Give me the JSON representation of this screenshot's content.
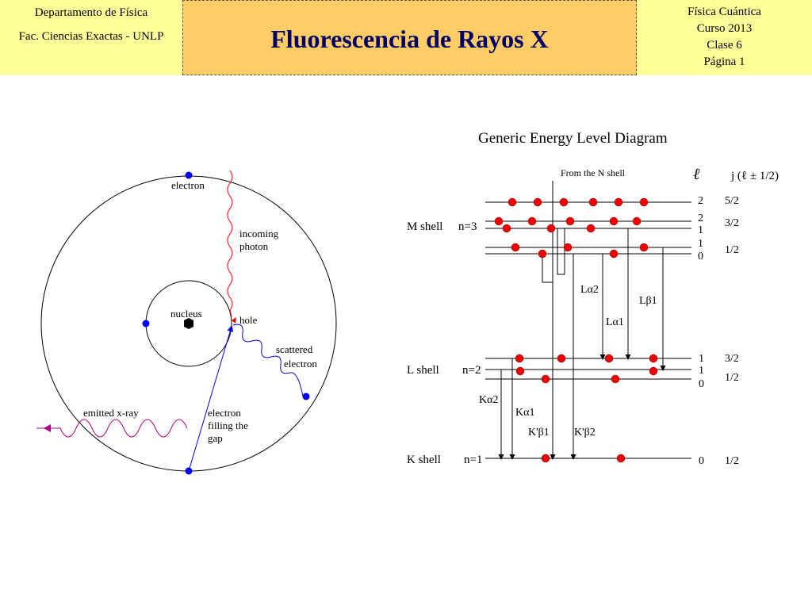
{
  "header": {
    "left": [
      "Departamento de Física",
      "Fac. Ciencias Exactas - UNLP"
    ],
    "title": "Fluorescencia  de Rayos X",
    "right": [
      "Física Cuántica",
      "Curso 2013",
      "Clase 6",
      "Página 1"
    ]
  },
  "atom": {
    "electron": "electron",
    "incoming_1": "incoming",
    "incoming_2": "photon",
    "nucleus": "nucleus",
    "hole": "hole",
    "scattered_1": "scattered",
    "scattered_2": "electron",
    "emitted": "emitted x-ray",
    "filling_1": "electron",
    "filling_2": "filling the",
    "filling_3": "gap"
  },
  "diagram": {
    "title": "Generic Energy Level Diagram",
    "from_n": "From the N shell",
    "l_header": "ℓ",
    "j_header": "j (ℓ ± 1/2)",
    "m_shell": "M shell",
    "n3": "n=3",
    "l_shell": "L shell",
    "n2": "n=2",
    "k_shell": "K shell",
    "n1": "n=1",
    "l_values": [
      "2",
      "2",
      "1",
      "1",
      "0",
      "1",
      "1",
      "0",
      "0"
    ],
    "j_values": [
      "5/2",
      "3/2",
      "1/2",
      "3/2",
      "1/2",
      "1/2"
    ],
    "la2": "Lα2",
    "lb1": "Lβ1",
    "la1": "Lα1",
    "ka2": "Kα2",
    "ka1": "Kα1",
    "kb1": "K'β1",
    "kb2": "K'β2"
  },
  "colors": {
    "header_bg": "#ffff99",
    "title_bg": "#ffcc66",
    "title_text": "#000066",
    "electron": "#0000ee",
    "level_dot": "#ee0000"
  }
}
